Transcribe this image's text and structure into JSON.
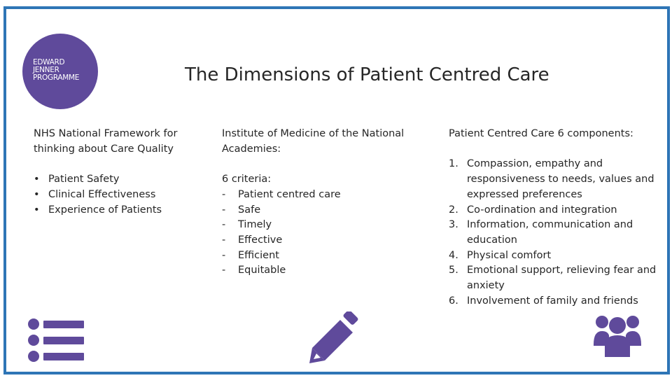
{
  "slide": {
    "title": "The Dimensions of Patient Centred Care",
    "logo": {
      "line1": "EDWARD",
      "line2": "JENNER",
      "line3": "PROGRAMME"
    },
    "columns": {
      "nhs": {
        "heading": "NHS National Framework for thinking about Care Quality",
        "items": [
          "Patient Safety",
          "Clinical Effectiveness",
          "Experience of Patients"
        ]
      },
      "iom": {
        "heading": "Institute of Medicine of the National Academies:",
        "subheading": "6 criteria:",
        "items": [
          "Patient centred care",
          "Safe",
          "Timely",
          "Effective",
          "Efficient",
          "Equitable"
        ]
      },
      "pcc": {
        "heading": "Patient Centred Care 6 components:",
        "items": [
          {
            "num": "1.",
            "text": "Compassion, empathy and responsiveness to needs, values and expressed preferences"
          },
          {
            "num": "2.",
            "text": "Co-ordination and integration"
          },
          {
            "num": "3.",
            "text": "Information, communication and education"
          },
          {
            "num": "4.",
            "text": "Physical comfort"
          },
          {
            "num": "5.",
            "text": "Emotional support, relieving fear and anxiety"
          },
          {
            "num": "6.",
            "text": "Involvement of family and friends"
          }
        ]
      }
    },
    "icons": [
      "list-icon",
      "pencil-icon",
      "people-icon"
    ],
    "colors": {
      "frame": "#2e75b6",
      "accent": "#5f4a9b",
      "text": "#262626"
    }
  }
}
